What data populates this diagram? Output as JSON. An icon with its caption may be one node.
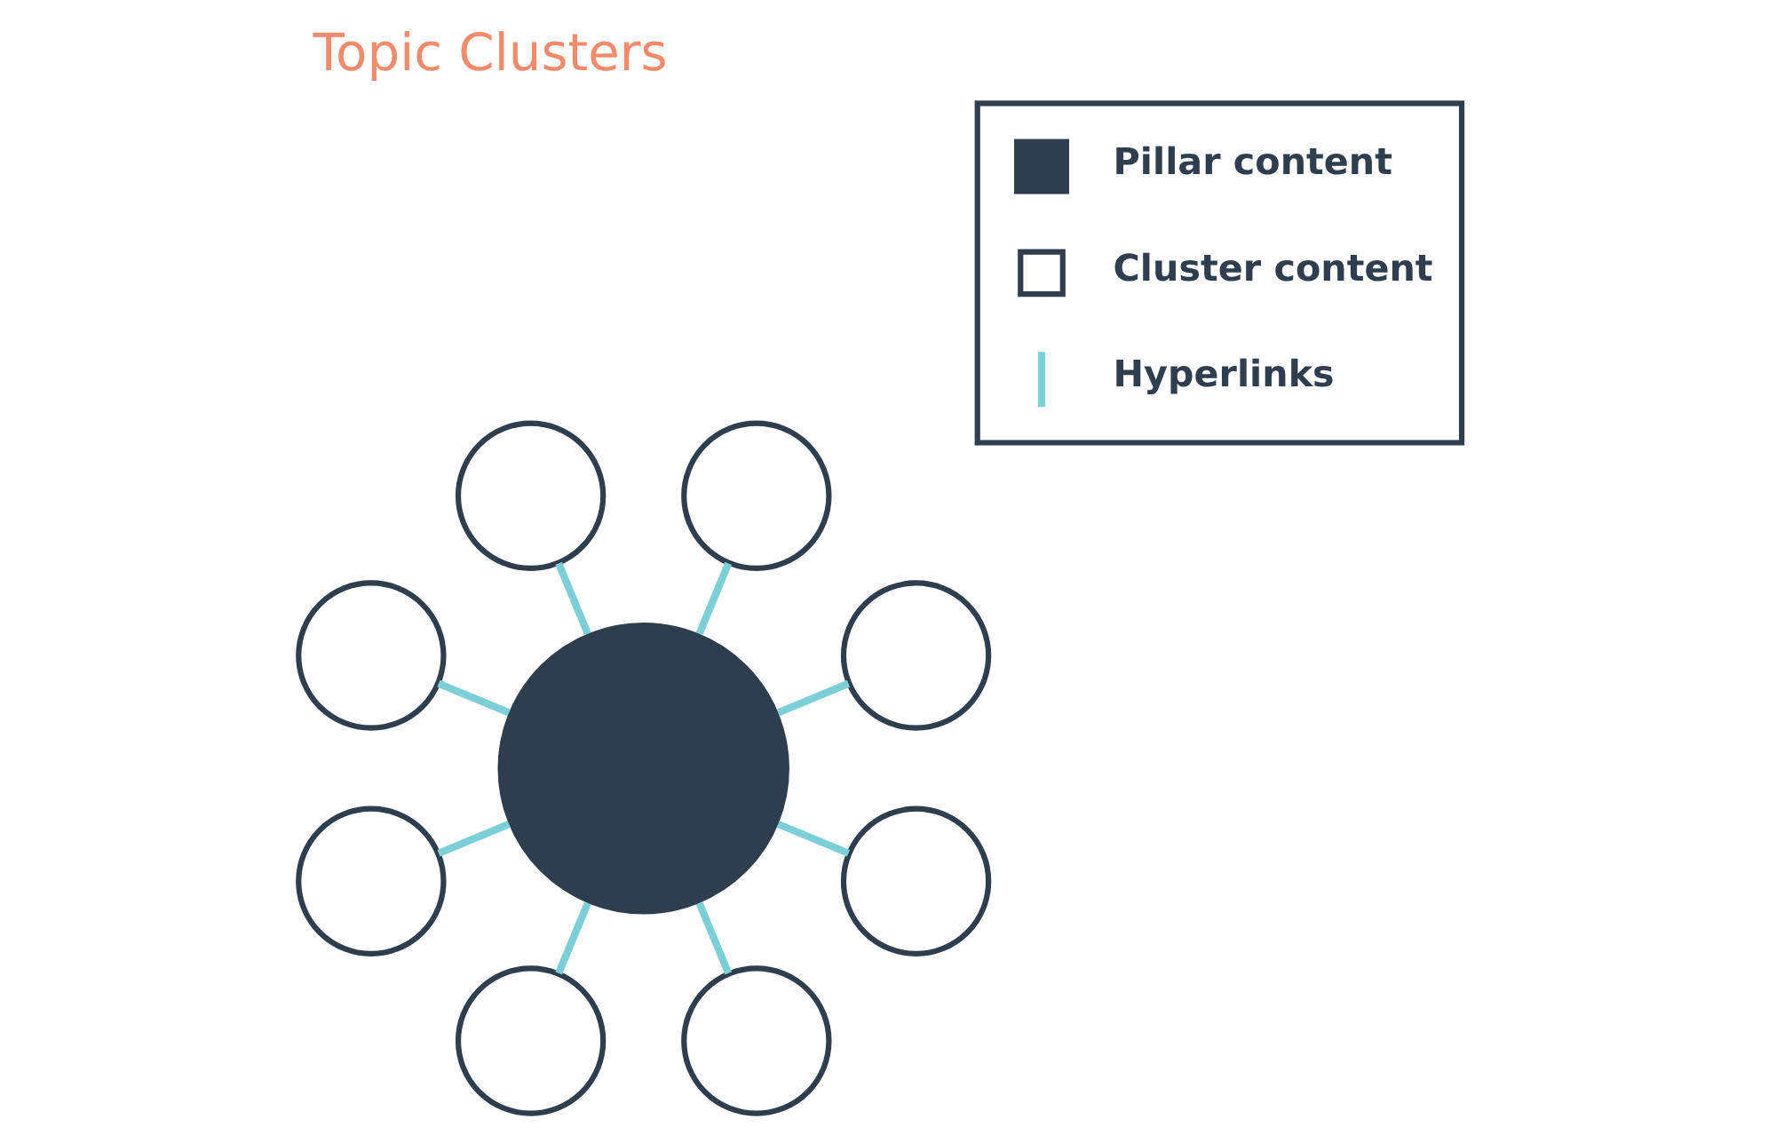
{
  "diagram": {
    "title": "Topic Clusters",
    "nodes": [
      {
        "text": [],
        "shape": "circle"
      },
      {
        "text": [],
        "shape": "circle"
      },
      {
        "text": [],
        "shape": "circle"
      },
      {
        "text": [],
        "shape": "circle"
      },
      {
        "text": [],
        "shape": "circle"
      },
      {
        "text": [],
        "shape": "circle"
      },
      {
        "text": [],
        "shape": "circle"
      },
      {
        "text": [],
        "shape": "circle"
      },
      {
        "text": [],
        "shape": "circle"
      }
    ],
    "edges": [
      {
        "from": 4,
        "to": 0,
        "arrow": "none"
      },
      {
        "from": 4,
        "to": 1,
        "arrow": "none"
      },
      {
        "from": 4,
        "to": 2,
        "arrow": "none"
      },
      {
        "from": 4,
        "to": 3,
        "arrow": "none"
      },
      {
        "from": 4,
        "to": 5,
        "arrow": "none"
      },
      {
        "from": 4,
        "to": 6,
        "arrow": "none"
      },
      {
        "from": 4,
        "to": 7,
        "arrow": "none"
      },
      {
        "from": 4,
        "to": 8,
        "arrow": "none"
      }
    ],
    "legend": [
      {
        "text": "Pillar content"
      },
      {
        "text": "Cluster content"
      },
      {
        "text": "Hyperlinks"
      }
    ]
  }
}
